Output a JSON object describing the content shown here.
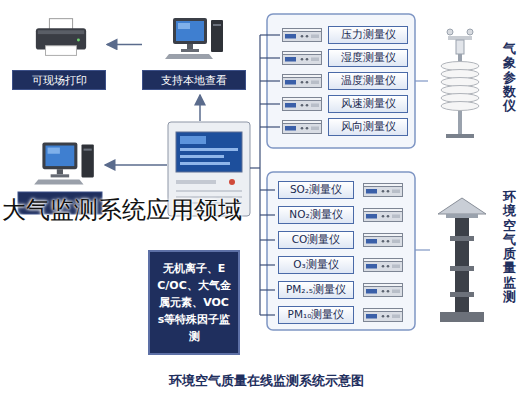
{
  "diagram": {
    "caption": "环境空气质量在线监测系统示意图",
    "nodes": [
      {
        "text": [
          "可现场打印"
        ]
      },
      {
        "text": [
          "支持本地查看"
        ]
      },
      {
        "text": [
          "无机离子、EC/OC、大气金属元素、VOCs等特殊因子监测"
        ]
      },
      {
        "text": [
          "压力测量仪"
        ]
      },
      {
        "text": [
          "湿度测量仪"
        ]
      },
      {
        "text": [
          "温度测量仪"
        ]
      },
      {
        "text": [
          "风速测量仪"
        ]
      },
      {
        "text": [
          "风向测量仪"
        ]
      },
      {
        "text": [
          "SO₂测量仪"
        ]
      },
      {
        "text": [
          "NO₂测量仪"
        ]
      },
      {
        "text": [
          "CO测量仪"
        ]
      },
      {
        "text": [
          "O₃测量仪"
        ]
      },
      {
        "text": [
          "PM₂.₅测量仪"
        ]
      },
      {
        "text": [
          "PM₁₀测量仪"
        ]
      }
    ],
    "edges": [
      {
        "from": 1,
        "to": 0,
        "arrow": "to"
      }
    ],
    "labels": [
      "大气监测系统应用领域",
      "气象参数仪",
      "环境空气质量监测"
    ]
  }
}
